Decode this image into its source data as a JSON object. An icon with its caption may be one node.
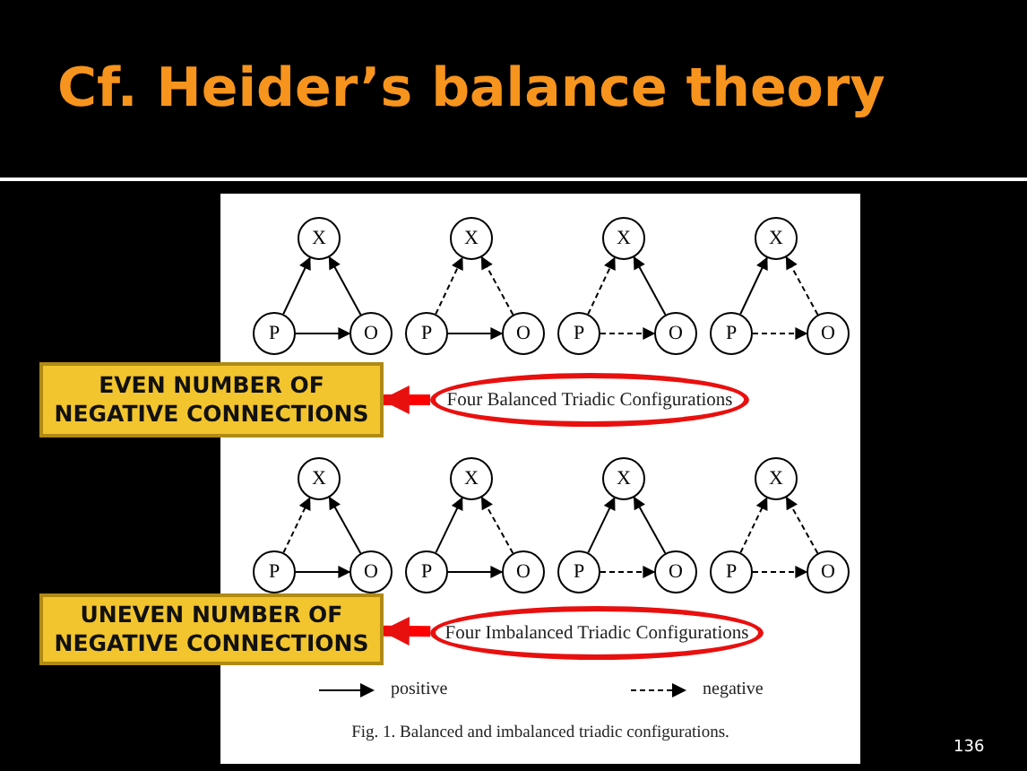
{
  "diagram": {
    "title": "Cf. Heider’s balance theory",
    "caption": "Fig. 1. Balanced and imbalanced triadic configurations.",
    "nodes": [
      {
        "text": [
          "X"
        ]
      },
      {
        "text": [
          "P"
        ]
      },
      {
        "text": [
          "O"
        ]
      },
      {
        "text": [
          "X"
        ]
      },
      {
        "text": [
          "P"
        ]
      },
      {
        "text": [
          "O"
        ]
      },
      {
        "text": [
          "X"
        ]
      },
      {
        "text": [
          "P"
        ]
      },
      {
        "text": [
          "O"
        ]
      },
      {
        "text": [
          "X"
        ]
      },
      {
        "text": [
          "P"
        ]
      },
      {
        "text": [
          "O"
        ]
      },
      {
        "text": [
          "X"
        ]
      },
      {
        "text": [
          "P"
        ]
      },
      {
        "text": [
          "O"
        ]
      },
      {
        "text": [
          "X"
        ]
      },
      {
        "text": [
          "P"
        ]
      },
      {
        "text": [
          "O"
        ]
      },
      {
        "text": [
          "X"
        ]
      },
      {
        "text": [
          "P"
        ]
      },
      {
        "text": [
          "O"
        ]
      },
      {
        "text": [
          "X"
        ]
      },
      {
        "text": [
          "P"
        ]
      },
      {
        "text": [
          "O"
        ]
      },
      {
        "text": [
          "EVEN NUMBER OF NEGATIVE CONNECTIONS"
        ]
      },
      {
        "text": [
          "Four Balanced Triadic Configurations"
        ]
      },
      {
        "text": [
          "UNEVEN NUMBER OF NEGATIVE CONNECTIONS"
        ]
      },
      {
        "text": [
          "Four Imbalanced Triadic Configurations"
        ]
      }
    ],
    "edges": [
      {
        "from": 1,
        "to": 0,
        "arrow": "to"
      },
      {
        "from": 2,
        "to": 0,
        "arrow": "to"
      },
      {
        "from": 1,
        "to": 2,
        "arrow": "to"
      },
      {
        "from": 4,
        "to": 3,
        "arrow": "to",
        "style": "dashed"
      },
      {
        "from": 5,
        "to": 3,
        "arrow": "to",
        "style": "dashed"
      },
      {
        "from": 4,
        "to": 5,
        "arrow": "to"
      },
      {
        "from": 7,
        "to": 6,
        "arrow": "to",
        "style": "dashed"
      },
      {
        "from": 8,
        "to": 6,
        "arrow": "to"
      },
      {
        "from": 7,
        "to": 8,
        "arrow": "to",
        "style": "dashed"
      },
      {
        "from": 10,
        "to": 9,
        "arrow": "to"
      },
      {
        "from": 11,
        "to": 9,
        "arrow": "to",
        "style": "dashed"
      },
      {
        "from": 10,
        "to": 11,
        "arrow": "to",
        "style": "dashed"
      },
      {
        "from": 13,
        "to": 12,
        "arrow": "to",
        "style": "dashed"
      },
      {
        "from": 14,
        "to": 12,
        "arrow": "to"
      },
      {
        "from": 13,
        "to": 14,
        "arrow": "to"
      },
      {
        "from": 16,
        "to": 15,
        "arrow": "to"
      },
      {
        "from": 17,
        "to": 15,
        "arrow": "to",
        "style": "dashed"
      },
      {
        "from": 16,
        "to": 17,
        "arrow": "to"
      },
      {
        "from": 19,
        "to": 18,
        "arrow": "to"
      },
      {
        "from": 20,
        "to": 18,
        "arrow": "to"
      },
      {
        "from": 19,
        "to": 20,
        "arrow": "to",
        "style": "dashed"
      },
      {
        "from": 22,
        "to": 21,
        "arrow": "to",
        "style": "dashed"
      },
      {
        "from": 23,
        "to": 21,
        "arrow": "to",
        "style": "dashed"
      },
      {
        "from": 22,
        "to": 23,
        "arrow": "to",
        "style": "dashed"
      },
      {
        "from": 25,
        "to": 24,
        "arrow": "to",
        "style": "thick",
        "color": "#ff0000"
      },
      {
        "from": 27,
        "to": 26,
        "arrow": "to",
        "style": "thick",
        "color": "#ff0000"
      }
    ],
    "labels": [
      "136"
    ],
    "legend": [
      {
        "text": "positive"
      },
      {
        "text": "negative"
      }
    ]
  }
}
